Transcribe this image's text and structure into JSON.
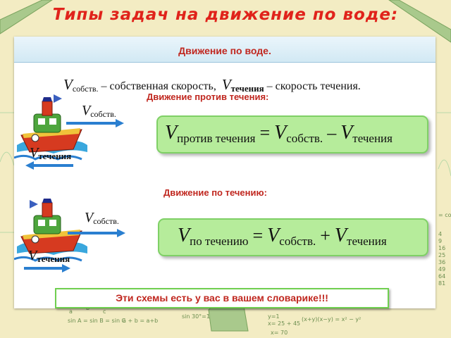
{
  "slide": {
    "title": "Типы задач на движение по воде:"
  },
  "card": {
    "title": "Движение по воде.",
    "definition": {
      "own_speed_v": "V",
      "own_speed_sub": "собств.",
      "own_speed_text": " – собственная скорость,",
      "current_v": "V",
      "current_sub": "течения",
      "current_text": " – скорость течения."
    },
    "upstream": {
      "heading": "Движение против течения:",
      "boat_label_v": "V",
      "boat_label_sub": "собств.",
      "current_label_v": "V",
      "current_label_sub": "течения",
      "formula": {
        "lhs_v": "V",
        "lhs_sub": "против течения",
        "eq": "=",
        "t1_v": "V",
        "t1_sub": "собств.",
        "op": "–",
        "t2_v": "V",
        "t2_sub": "течения"
      }
    },
    "downstream": {
      "heading": "Движение по течению:",
      "boat_label_v": "V",
      "boat_label_sub": "собств.",
      "current_label_v": "V",
      "current_label_sub": "течения",
      "formula": {
        "lhs_v": "V",
        "lhs_sub": "по течению",
        "eq": "=",
        "t1_v": "V",
        "t1_sub": "собств.",
        "op": "+",
        "t2_v": "V",
        "t2_sub": "течения"
      }
    },
    "note": "Эти схемы есть у вас в вашем словарике!!!"
  },
  "colors": {
    "title_red": "#e0231b",
    "heading_red": "#c0271f",
    "formula_green": "#b6ec9b",
    "arrow_blue": "#2a7fd0",
    "background": "#f3ecc3"
  }
}
